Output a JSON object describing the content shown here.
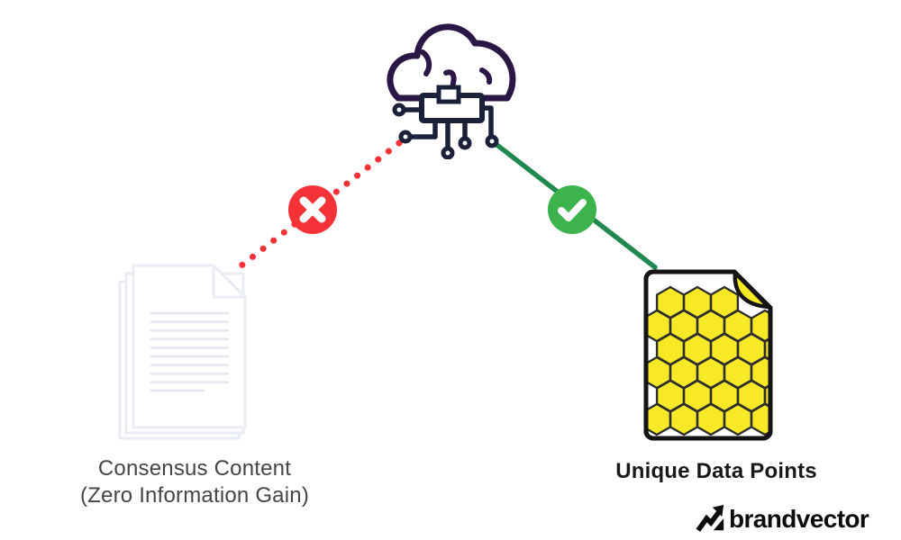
{
  "labels": {
    "consensus": {
      "line1": "Consensus Content",
      "line2": "(Zero Information Gain)"
    },
    "unique": {
      "label": "Unique Data Points"
    }
  },
  "logo": {
    "text": "brandvector",
    "icon": "trend-arrow-icon"
  },
  "icons": {
    "cloud": "ai-cloud-circuit-icon",
    "left_document": "faded-document-stack-icon",
    "right_document": "honeycomb-document-icon",
    "reject_badge": "x-mark-icon",
    "accept_badge": "check-mark-icon"
  },
  "colors": {
    "cloud_outline": "#2a1745",
    "circuit": "#1a2138",
    "red": "#f43238",
    "green_badge": "#3cb34d",
    "green_line": "#20894f",
    "doc_outline": "#141414",
    "hex_yellow": "#f8e926",
    "hex_stroke": "#2e2e2e",
    "faded_doc": "#e9ecf4",
    "faded_line": "#e4e7f0",
    "label_gray": "#434549",
    "label_dark": "#17191d",
    "logo_black": "#0c0c0c"
  }
}
